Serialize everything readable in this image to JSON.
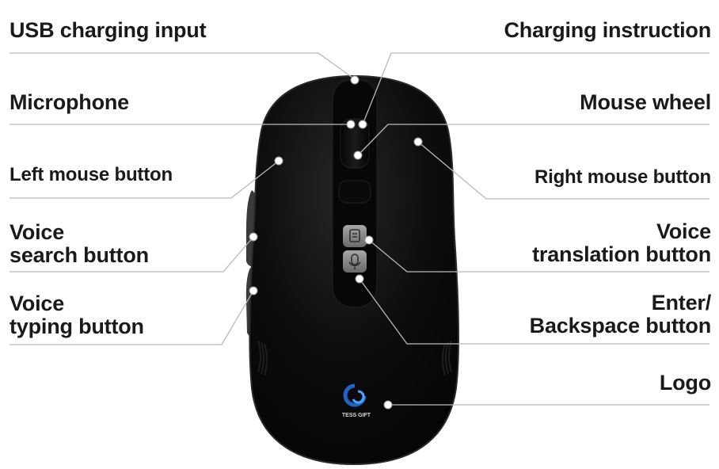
{
  "labels": {
    "usb": "USB charging input",
    "microphone": "Microphone",
    "left_button": "Left mouse button",
    "voice_search": "Voice\nsearch button",
    "voice_typing": "Voice\ntyping button",
    "charging": "Charging instruction",
    "wheel": "Mouse wheel",
    "right_button": "Right mouse button",
    "voice_translation": "Voice\ntranslation button",
    "enter_backspace": "Enter/\nBackspace button",
    "logo": "Logo"
  },
  "logo": {
    "brand_text": "TESS GIFT"
  },
  "colors": {
    "mouse_body": "#0b0b0b",
    "mouse_edge": "#2a2a2a",
    "button_gray": "#8a8a8a",
    "leader_line": "#b9b9b9",
    "dot": "#ffffff",
    "logo_blue": "#1f63c7"
  },
  "icons": [
    "microphone-icon",
    "translation-icon",
    "logo-icon"
  ]
}
